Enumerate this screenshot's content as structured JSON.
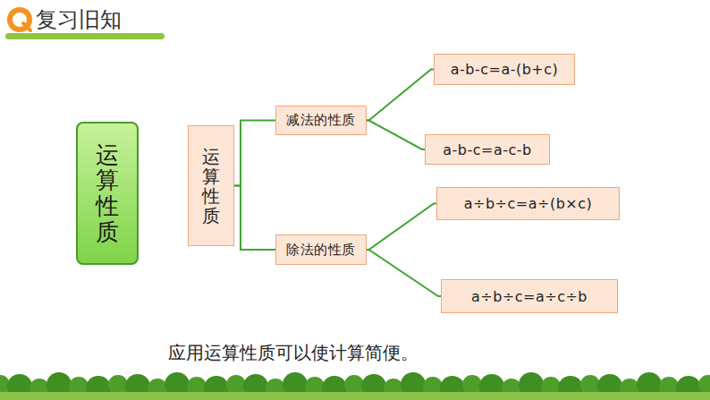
{
  "diagram": {
    "title": "复习旧知",
    "caption": "应用运算性质可以使计算简便。",
    "nodes": [
      {
        "text": [
          "运算性质"
        ]
      },
      {
        "text": [
          "运算性质"
        ]
      },
      {
        "text": [
          "减法的性质"
        ]
      },
      {
        "text": [
          "除法的性质"
        ]
      },
      {
        "text": [
          "a-b-c=a-(b+c)"
        ]
      },
      {
        "text": [
          "a-b-c=a-c-b"
        ]
      },
      {
        "text": [
          "a÷b÷c=a÷(b×c)"
        ]
      },
      {
        "text": [
          "a÷b÷c=a÷c÷b"
        ]
      }
    ],
    "edges": [
      {
        "from": 1,
        "to": 2,
        "arrow": "none"
      },
      {
        "from": 1,
        "to": 3,
        "arrow": "none"
      },
      {
        "from": 2,
        "to": 4,
        "arrow": "none"
      },
      {
        "from": 2,
        "to": 5,
        "arrow": "none"
      },
      {
        "from": 3,
        "to": 6,
        "arrow": "none"
      },
      {
        "from": 3,
        "to": 7,
        "arrow": "none"
      }
    ]
  }
}
